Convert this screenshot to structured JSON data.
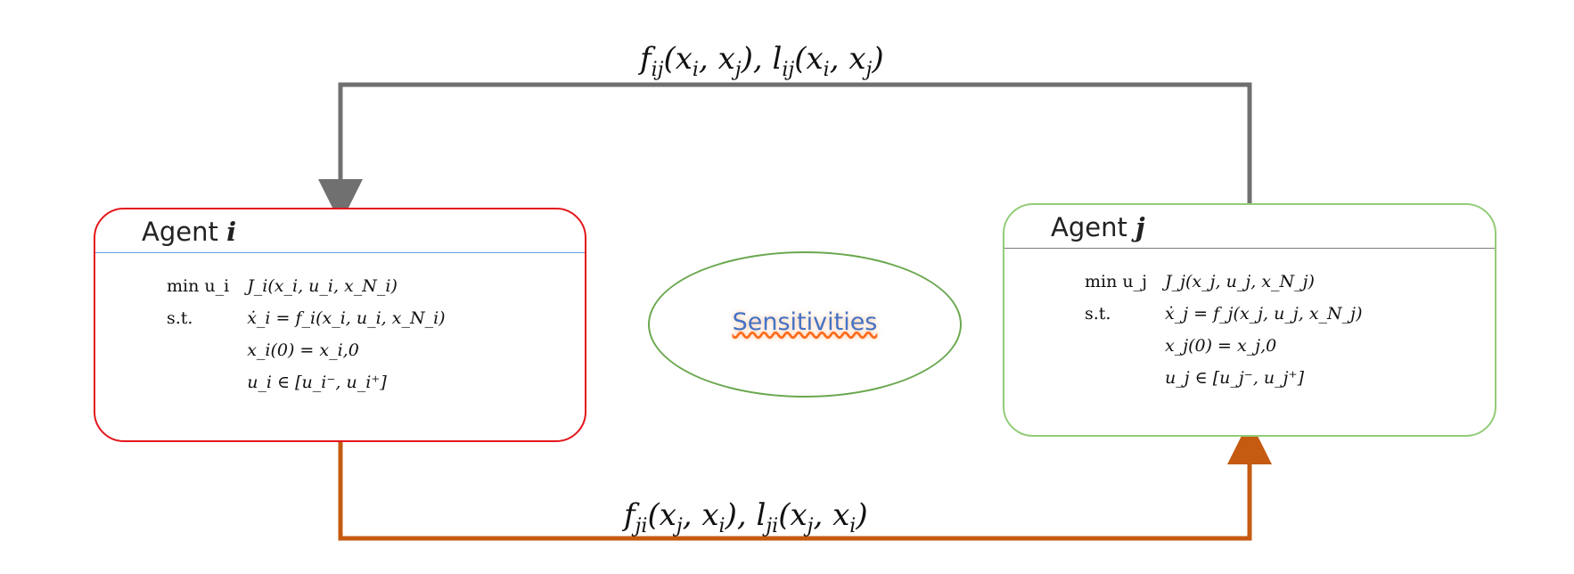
{
  "colors": {
    "top_arrow": "#707070",
    "bottom_arrow": "#c55a11",
    "agent_i_border": "#e3171b",
    "agent_j_border": "#93cc77",
    "ellipse_border": "#6aa84f",
    "sensitivities_text": "#4472c4"
  },
  "top_edge": {
    "parts": [
      "f",
      "ij",
      "(x",
      "i",
      ", x",
      "j",
      "), l",
      "ij",
      "(x",
      "i",
      ", x",
      "j",
      ")"
    ]
  },
  "bottom_edge": {
    "parts": [
      "f",
      "ji",
      "(x",
      "j",
      ", x",
      "i",
      "), l",
      "ji",
      "(x",
      "j",
      ", x",
      "i",
      ")"
    ]
  },
  "agent_i": {
    "title": "Agent ",
    "index": "i",
    "rows": [
      {
        "kw": "min u_i",
        "expr": "J_i(x_i, u_i, x_N_i)"
      },
      {
        "kw": "s.t.",
        "expr": "ẋ_i = f_i(x_i, u_i, x_N_i)"
      },
      {
        "kw": "",
        "expr": "x_i(0) = x_i,0"
      },
      {
        "kw": "",
        "expr": "u_i ∈ [u_i⁻, u_i⁺]"
      }
    ]
  },
  "agent_j": {
    "title": "Agent ",
    "index": "j",
    "rows": [
      {
        "kw": "min u_j",
        "expr": "J_j(x_j, u_j, x_N_j)"
      },
      {
        "kw": "s.t.",
        "expr": "ẋ_j = f_j(x_j, u_j, x_N_j)"
      },
      {
        "kw": "",
        "expr": "x_j(0) = x_j,0"
      },
      {
        "kw": "",
        "expr": "u_j ∈ [u_j⁻, u_j⁺]"
      }
    ]
  },
  "sensitivities": {
    "label": "Sensitivities"
  }
}
